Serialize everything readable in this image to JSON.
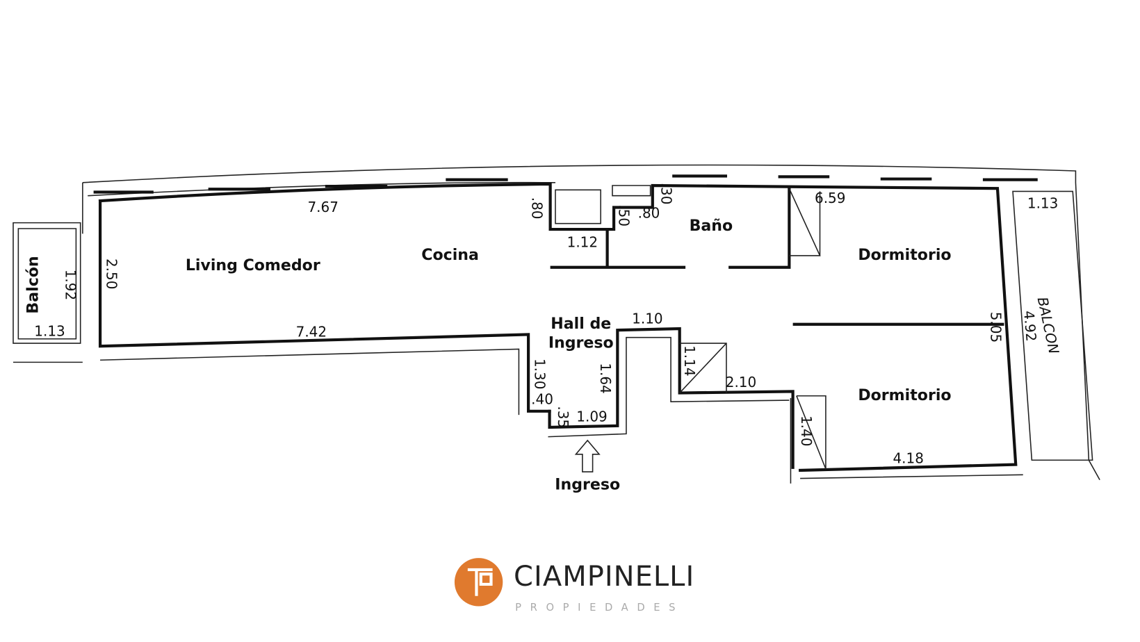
{
  "rooms": {
    "living": "Living Comedor",
    "cocina": "Cocina",
    "bano": "Baño",
    "dorm1": "Dormitorio",
    "dorm2": "Dormitorio",
    "hall_1": "Hall de",
    "hall_2": "Ingreso",
    "balcon_left": "Balcón",
    "balcon_right": "BALCON",
    "ingreso": "Ingreso"
  },
  "dimensions": {
    "top_living": "7.67",
    "bottom_living": "7.42",
    "living_height": "2.50",
    "balcon_left_h": "1.92",
    "balcon_left_w": "1.13",
    "kitchen_80": ".80",
    "kitchen_112": "1.12",
    "d50": ".50",
    "d80": ".80",
    "d30": ".30",
    "d659": "6.59",
    "balcon_right_w": "1.13",
    "balcon_right_len": "4.92",
    "d505": "5.05",
    "d110": "1.10",
    "d130": "1.30",
    "d164": "1.64",
    "d40": ".40",
    "d35": ".35",
    "d109": "1.09",
    "d114": "1.14",
    "d210": "2.10",
    "d140": "1.40",
    "d418": "4.18"
  },
  "logo": {
    "name": "CIAMPINELLI",
    "tagline": "PROPIEDADES",
    "color": "#e07a2e"
  }
}
